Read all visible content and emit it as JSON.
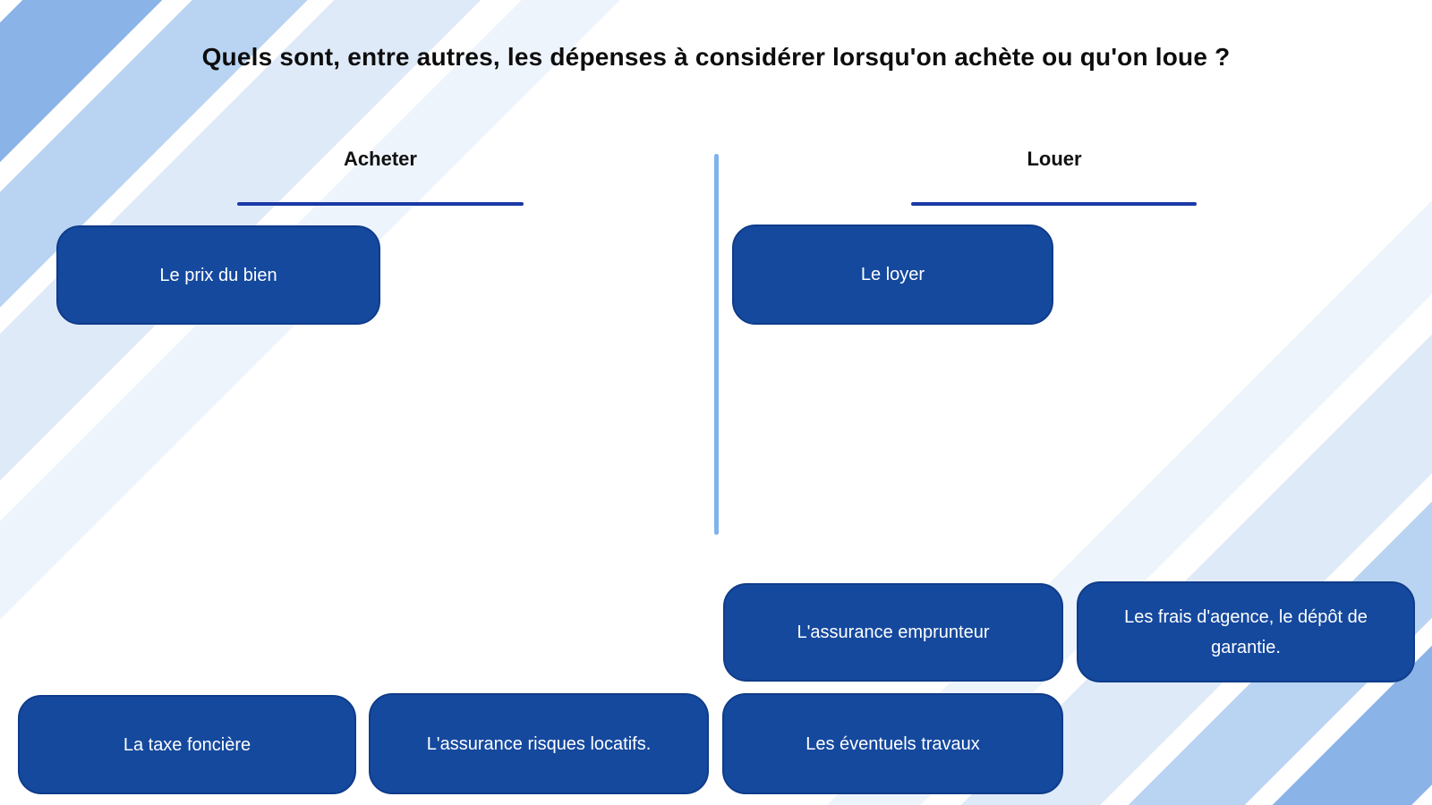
{
  "title": "Quels sont, entre autres, les dépenses à considérer lorsqu'on achète ou qu'on loue ?",
  "columns": {
    "acheter": {
      "label": "Acheter"
    },
    "louer": {
      "label": "Louer"
    }
  },
  "cards": {
    "prix_bien": {
      "label": "Le prix du bien"
    },
    "loyer": {
      "label": "Le loyer"
    },
    "assurance_emprunteur": {
      "label": "L'assurance emprunteur"
    },
    "frais_agence": {
      "label": "Les frais d'agence, le dépôt de garantie."
    },
    "taxe_fonciere": {
      "label": "La taxe foncière"
    },
    "assurance_risques": {
      "label": "L'assurance risques locatifs."
    },
    "eventuels_travaux": {
      "label": "Les éventuels travaux"
    }
  },
  "colors": {
    "card_background": "#15499e",
    "card_border": "#0f3c8a",
    "card_text": "#ffffff",
    "header_underline": "#1b39a6",
    "column_divider": "#7fb3ea",
    "stripe_strong": "#8ab3e8",
    "stripe_medium": "#b9d4f2",
    "stripe_light": "#dfeaf9",
    "stripe_faint": "#eef4fc",
    "title_text": "#0d0d0d"
  }
}
